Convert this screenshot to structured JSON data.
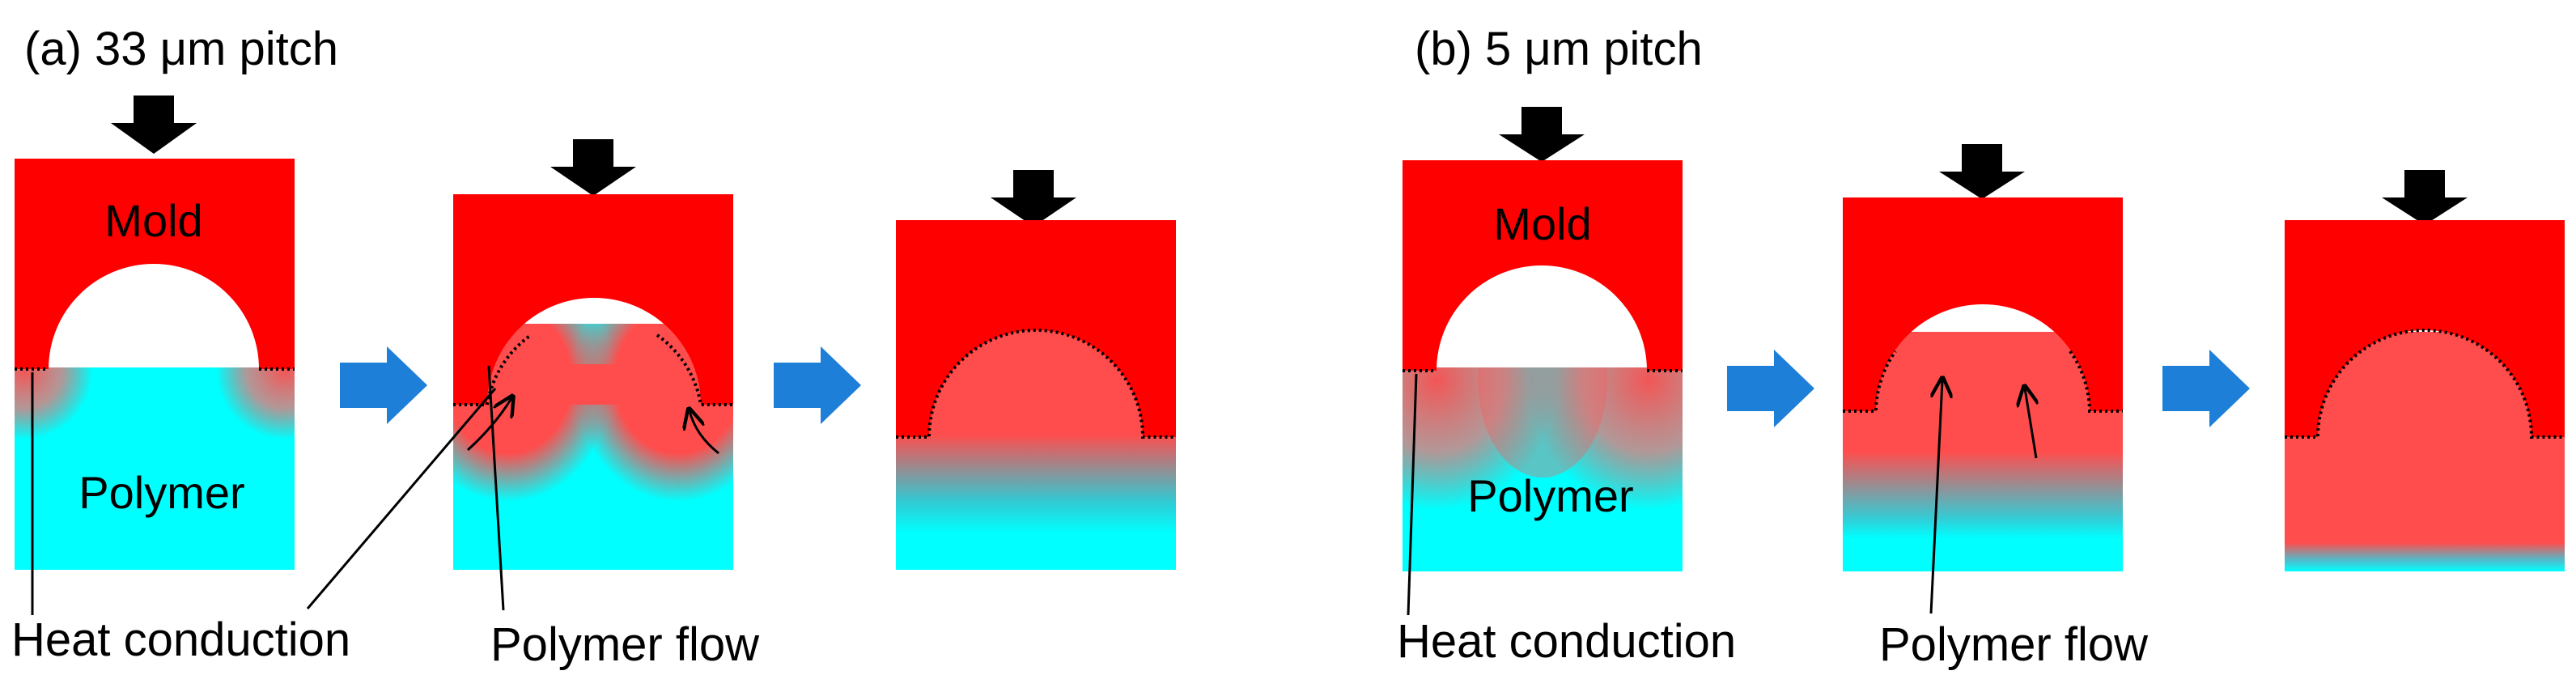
{
  "panels": [
    {
      "title": "(a) 33 μm pitch",
      "mold_label": "Mold",
      "polymer_label": "Polymer",
      "heat_label": "Heat conduction",
      "flow_label": "Polymer flow"
    },
    {
      "title": "(b) 5 μm pitch",
      "mold_label": "Mold",
      "polymer_label": "Polymer",
      "heat_label": "Heat conduction",
      "flow_label": "Polymer flow"
    }
  ],
  "colors": {
    "mold": "#ff0000",
    "polymer_cold": "#00ffff",
    "polymer_hot": "#ff4d4d",
    "arrow_blue": "#1e7fd8",
    "press_arrow": "#000000"
  }
}
